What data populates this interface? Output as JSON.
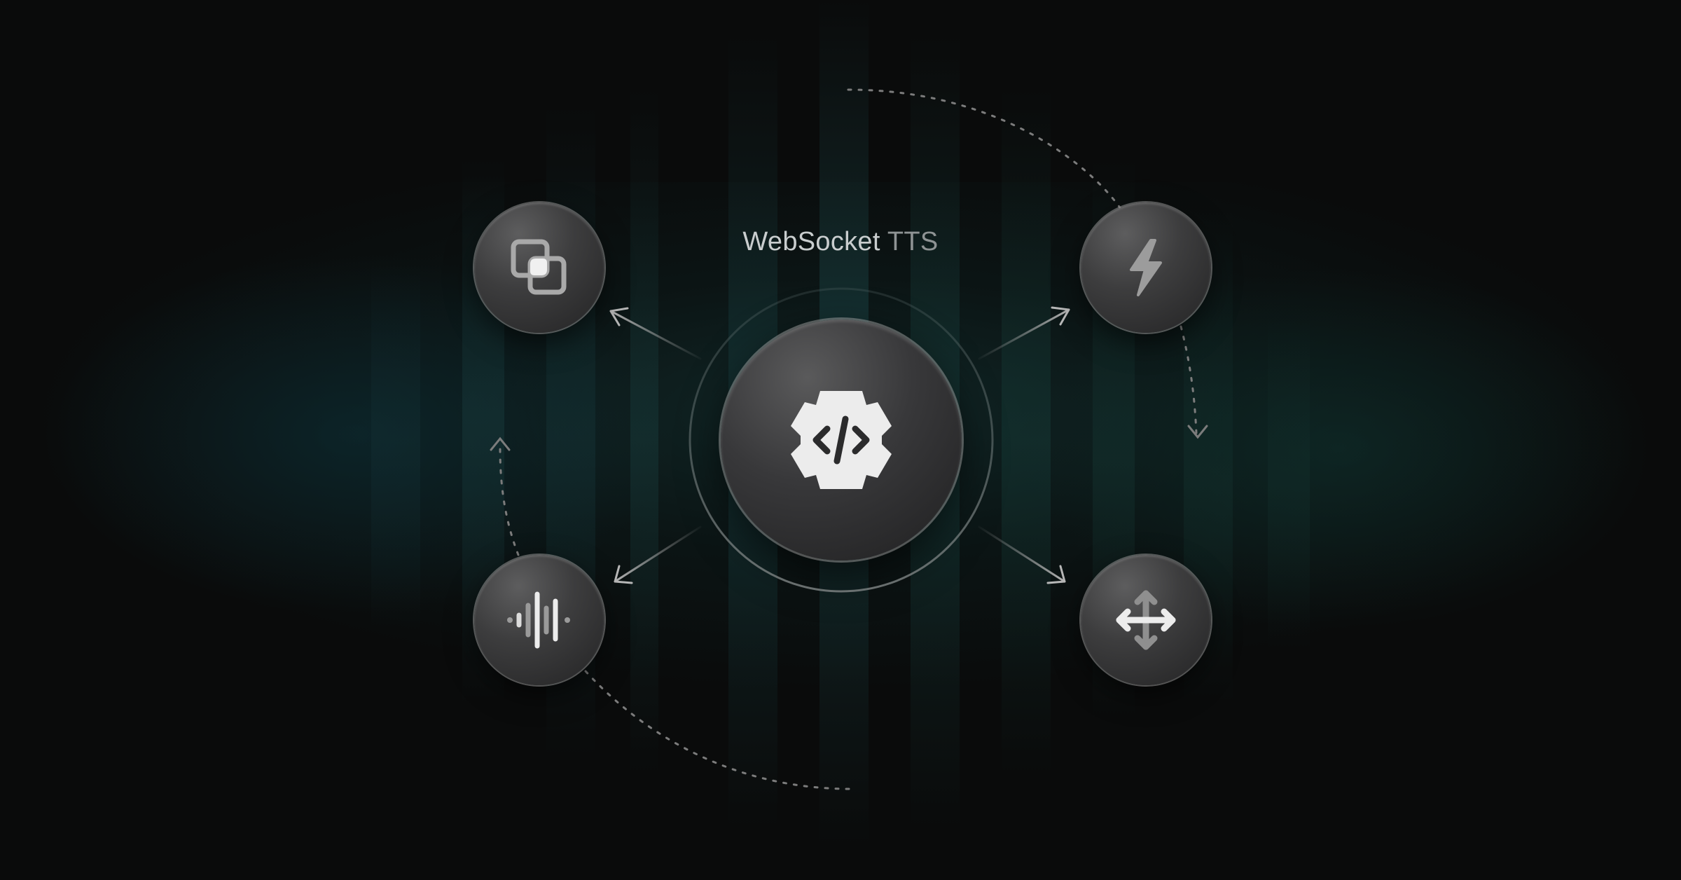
{
  "title": {
    "primary": "WebSocket",
    "secondary": "TTS"
  },
  "center_node": {
    "icon": "gear-code-icon"
  },
  "nodes": [
    {
      "position": "top-left",
      "icon": "overlapping-squares-icon"
    },
    {
      "position": "top-right",
      "icon": "lightning-bolt-icon"
    },
    {
      "position": "bottom-left",
      "icon": "audio-waveform-icon"
    },
    {
      "position": "bottom-right",
      "icon": "move-arrows-icon"
    }
  ],
  "connectors": [
    {
      "from": "center",
      "to": "top-left",
      "style": "arrow"
    },
    {
      "from": "center",
      "to": "top-right",
      "style": "arrow"
    },
    {
      "from": "center",
      "to": "bottom-left",
      "style": "arrow"
    },
    {
      "from": "center",
      "to": "bottom-right",
      "style": "arrow"
    },
    {
      "from": "top-center",
      "to": "right",
      "style": "dashed-arrow"
    },
    {
      "from": "bottom-left",
      "to": "bottom-center",
      "style": "dashed"
    },
    {
      "from": "bottom-left",
      "to": "left",
      "style": "dashed-arrow"
    }
  ],
  "colors": {
    "background": "#0a0b0b",
    "glow": "#163e3e",
    "node_fill": "#3d3d3e",
    "node_rim": "#969696",
    "icon": "#e6e6e6",
    "title": "#c9cdce",
    "title_secondary": "#8e9394"
  }
}
